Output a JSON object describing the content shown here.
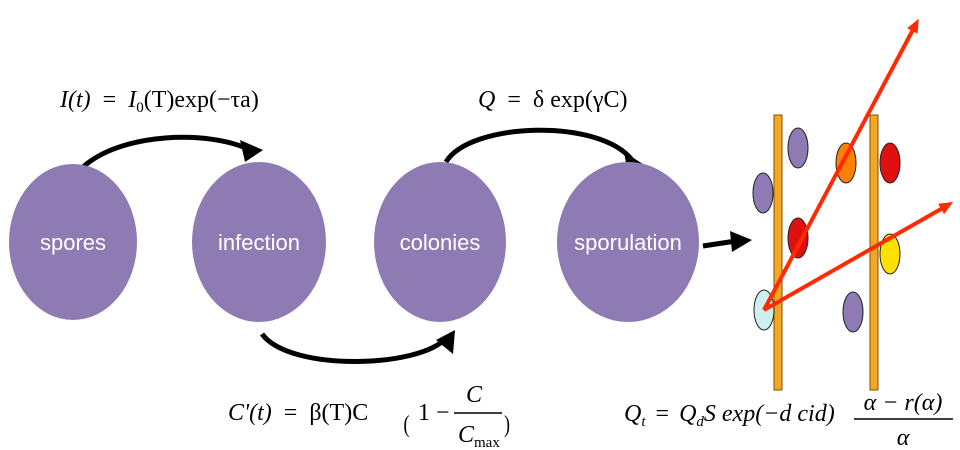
{
  "colors": {
    "node": "#8f7bb3",
    "node_label": "#ffffff",
    "cycle_arrow": "#000000",
    "plant_stem": "#f5a623",
    "trajectory": "#ff2a00",
    "lesion_purple": "#8f7bb3",
    "lesion_orange": "#ff7f00",
    "lesion_red": "#e01010",
    "lesion_yellow": "#ffe000",
    "lesion_cyan": "#cfeeee"
  },
  "nodes": [
    {
      "label": "spores"
    },
    {
      "label": "infection"
    },
    {
      "label": "colonies"
    },
    {
      "label": "sporulation"
    }
  ],
  "equations": {
    "infection": {
      "lhs": "I(t)",
      "eq": "=",
      "i0": "I",
      "i0_sub": "0",
      "rest": "(T)exp(−τa)"
    },
    "colonies": {
      "lhs": "C'(t)",
      "eq": "=",
      "mid": "β(T)C",
      "one_minus": "1 −",
      "num": "C",
      "den": "C",
      "den_sub": "max"
    },
    "sporulation": {
      "lhs": "Q",
      "eq": "=",
      "rest": "δ exp(γC)"
    },
    "dispersal": {
      "q": "Q",
      "q_sub": "t",
      "eq": "=",
      "qd": "Q",
      "qd_sub": "d",
      "rest": "S exp(−d cid)",
      "num": "α − r(α)",
      "den": "α"
    }
  }
}
